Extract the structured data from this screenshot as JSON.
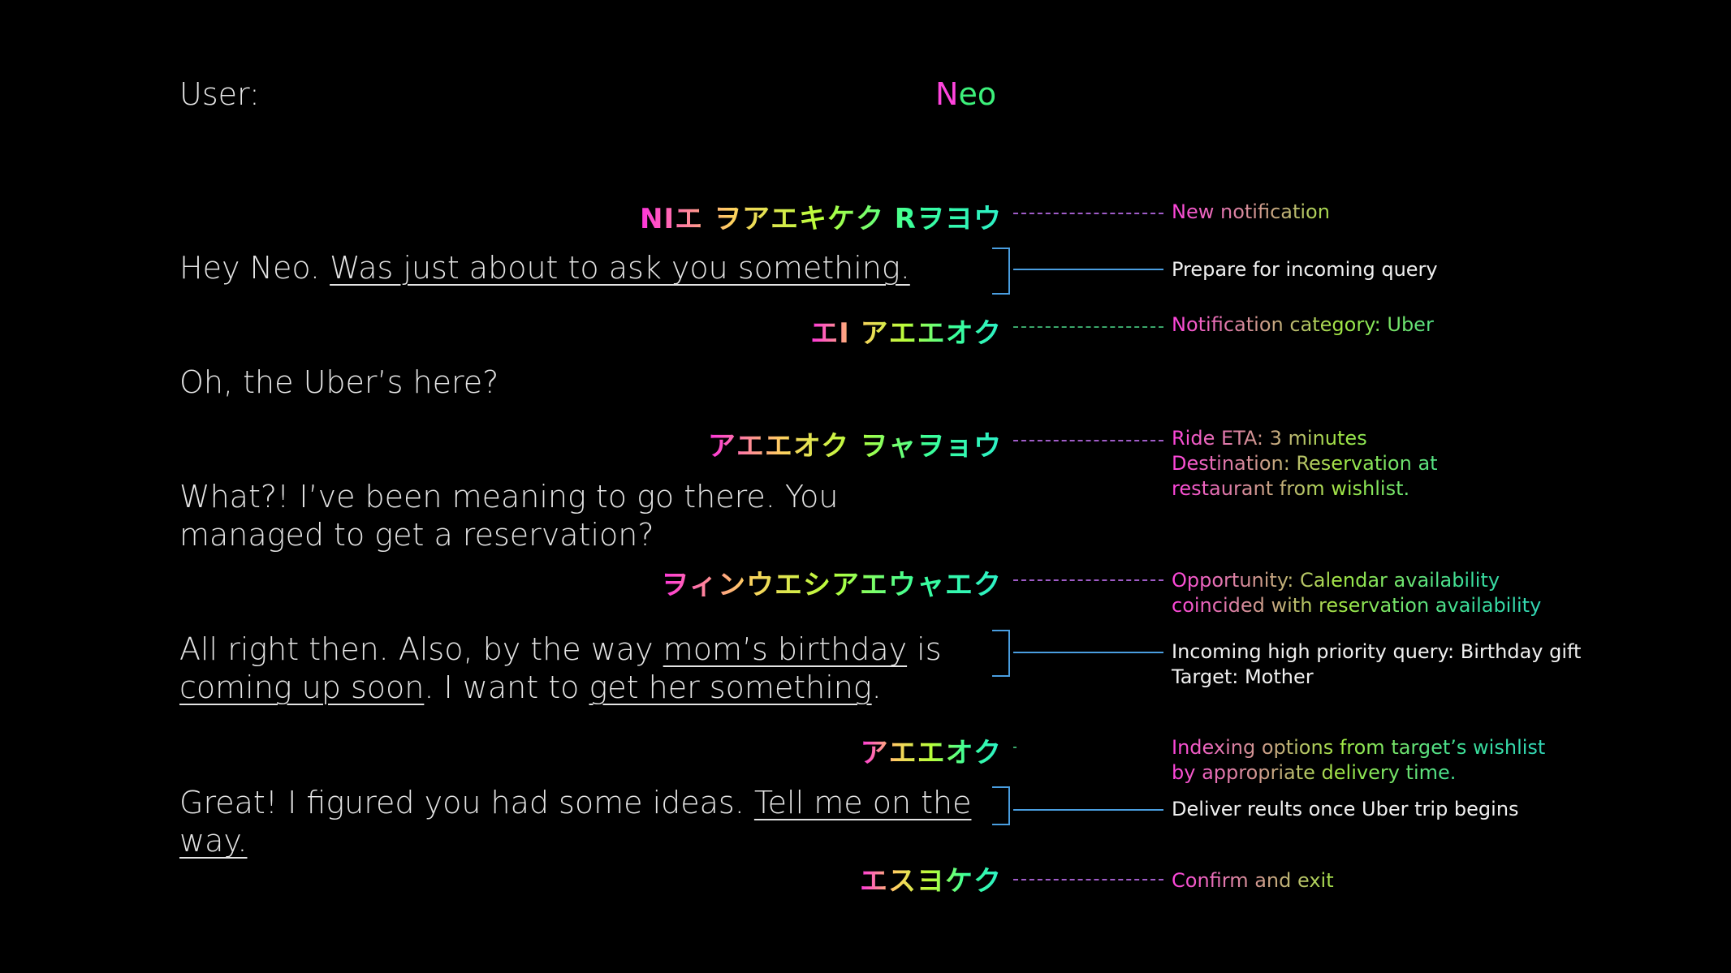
{
  "header": {
    "user_label": "User:",
    "assistant_label": "Neo"
  },
  "rows": [
    {
      "kind": "kana",
      "text": "NIエ ヲアエキケク Rヲヨウ",
      "annotation": [
        "New notification"
      ],
      "style": "grad"
    },
    {
      "kind": "utterance",
      "parts": [
        {
          "t": "Hey Neo. "
        },
        {
          "t": "Was just about to ask you something.",
          "u": true
        }
      ],
      "annotation": [
        "Prepare for incoming query"
      ],
      "style": "white"
    },
    {
      "kind": "kana",
      "text": "エI アエエオク",
      "annotation": [
        "Notification category: Uber"
      ],
      "style": "grad"
    },
    {
      "kind": "utterance",
      "parts": [
        {
          "t": "Oh, the Uber’s here?"
        }
      ]
    },
    {
      "kind": "kana",
      "text": "アエエオク ヲャヲョウ",
      "annotation": [
        "Ride ETA: 3 minutes",
        "Destination: Reservation at",
        "restaurant from wishlist."
      ],
      "style": "grad"
    },
    {
      "kind": "utterance",
      "parts": [
        {
          "t": "What?! I’ve been meaning to go there. You managed to get a reservation?"
        }
      ]
    },
    {
      "kind": "kana",
      "text": "ヲィンウエシアエウャエク",
      "annotation": [
        "Opportunity: Calendar availability",
        "coincided with reservation availability"
      ],
      "style": "grad"
    },
    {
      "kind": "utterance",
      "parts": [
        {
          "t": "All right then. Also, by the way "
        },
        {
          "t": "mom’s birthday",
          "u": true
        },
        {
          "t": " is "
        },
        {
          "t": "coming up soon",
          "u": true
        },
        {
          "t": ". I want to "
        },
        {
          "t": "get her something",
          "u": true
        },
        {
          "t": "."
        }
      ],
      "annotation": [
        "Incoming high priority query: Birthday gift",
        "Target: Mother"
      ],
      "style": "white"
    },
    {
      "kind": "kana",
      "text": "アエエオク",
      "annotation": [
        "Indexing options from target’s wishlist",
        "by appropriate delivery time."
      ],
      "style": "grad"
    },
    {
      "kind": "utterance",
      "parts": [
        {
          "t": "Great! I figured you had some ideas. "
        },
        {
          "t": "Tell me on the way.",
          "u": true
        }
      ],
      "annotation": [
        "Deliver reults once Uber trip begins"
      ],
      "style": "white"
    },
    {
      "kind": "kana",
      "text": "エスヨケク",
      "annotation": [
        "Confirm and exit"
      ],
      "style": "grad"
    }
  ]
}
